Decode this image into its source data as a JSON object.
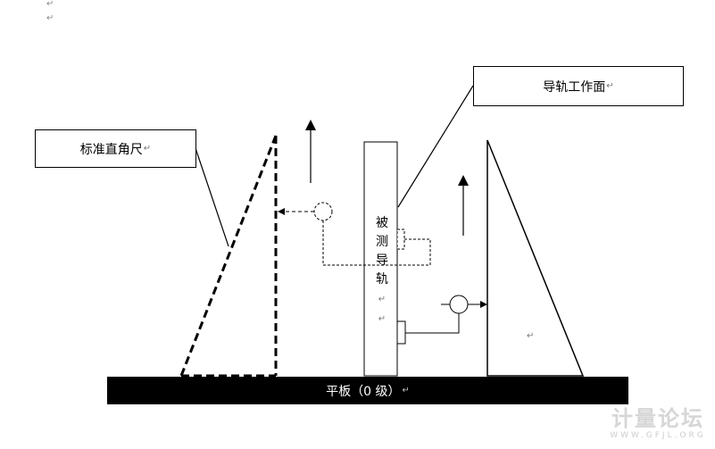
{
  "labels": {
    "standard_square": "标准直角尺",
    "rail_working_face": "导轨工作面",
    "rail_under_test_chars": [
      "被",
      "测",
      "导",
      "轨"
    ],
    "base_plate": "平板（0 级）",
    "return_mark": "↵"
  },
  "watermark": {
    "title": "计量论坛",
    "url": "WWW.GFJL.ORG"
  },
  "colors": {
    "line": "#000000",
    "base_fill": "#000000",
    "base_text": "#ffffff",
    "watermark": "#d6d6d6"
  }
}
